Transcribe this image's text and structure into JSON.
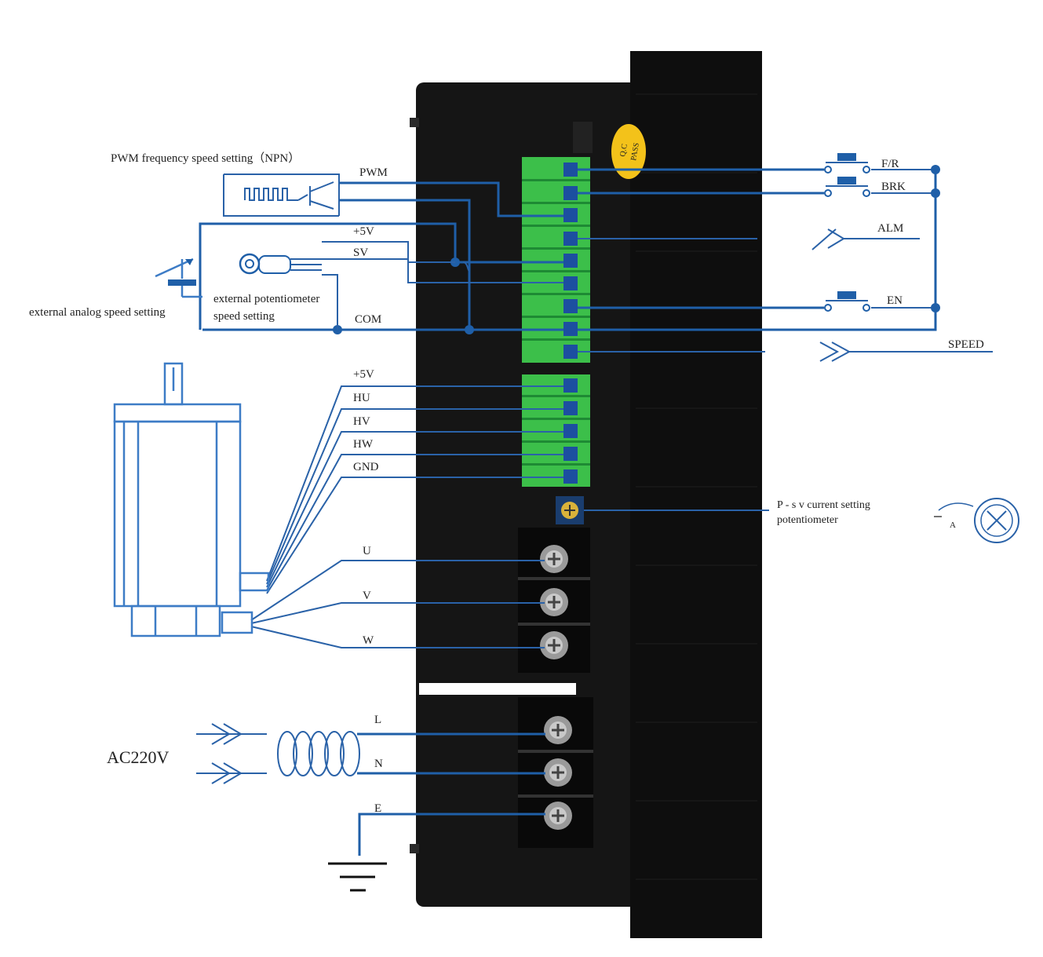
{
  "labels": {
    "pwm_title": "PWM frequency speed setting（NPN）",
    "pwm": "PWM",
    "plus5v_top": "+5V",
    "sv": "SV",
    "com": "COM",
    "ext_analog": "external analog speed setting",
    "ext_pot_1": "external potentiometer",
    "ext_pot_2": "speed setting",
    "plus5v_hall": "+5V",
    "hu": "HU",
    "hv": "HV",
    "hw": "HW",
    "gnd": "GND",
    "u": "U",
    "v": "V",
    "w": "W",
    "l": "L",
    "n": "N",
    "e": "E",
    "ac": "AC220V",
    "fr": "F/R",
    "brk": "BRK",
    "alm": "ALM",
    "en": "EN",
    "speed": "SPEED",
    "psv_1": "P - s v current setting",
    "psv_2": "potentiometer",
    "qc_1": "Q.C",
    "qc_2": "PASS",
    "dial_a": "A"
  },
  "colors": {
    "wire": "#1f5fa8",
    "driver_body": "#111111",
    "terminal_green": "#3cbf4a",
    "terminal_dark": "#1e8a34",
    "pin_blue": "#1c4fa0",
    "qc_badge": "#f3c21a",
    "motor_line": "#3d7cc6"
  }
}
